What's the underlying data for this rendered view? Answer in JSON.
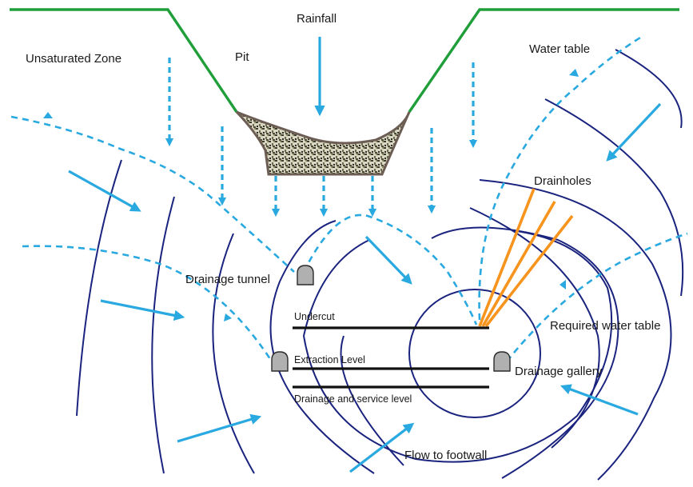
{
  "labels": {
    "rainfall": "Rainfall",
    "unsaturated_zone": "Unsaturated Zone",
    "pit": "Pit",
    "water_table": "Water table",
    "drainholes": "Drainholes",
    "drainage_tunnel": "Drainage tunnel",
    "undercut": "Undercut",
    "required_water_table": "Required water table",
    "extraction_level": "Extraction Level",
    "drainage_gallery": "Drainage gallery",
    "drainage_service_level": "Drainage and service level",
    "flow_to_footwall": "Flow to footwall"
  },
  "colors": {
    "pit_outline": "#1f9e3a",
    "flow_lines": "#1a237e",
    "water": "#29a9e0",
    "drainholes": "#f7941d",
    "levels": "#111111",
    "rock_fill": "#8a8a6a"
  }
}
